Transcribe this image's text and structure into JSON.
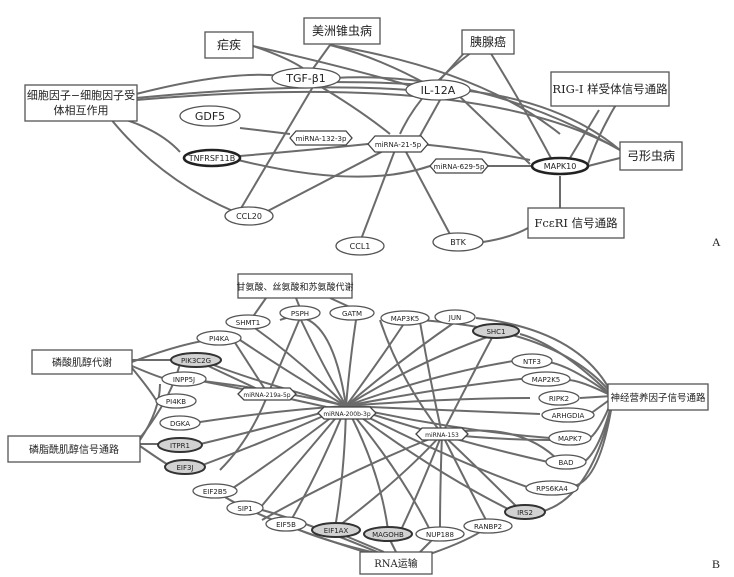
{
  "panels": [
    {
      "label": "A",
      "nodes": [
        {
          "id": "nue",
          "text": "疟疾",
          "shape": "rect"
        },
        {
          "id": "chagas",
          "text": "美洲锥虫病",
          "shape": "rect"
        },
        {
          "id": "pancreatic",
          "text": "胰腺癌",
          "shape": "rect"
        },
        {
          "id": "cytokine_l1",
          "text": "细胞因子−细胞因子受",
          "shape": "rect"
        },
        {
          "id": "cytokine_l2",
          "text": "体相互作用",
          "shape": "label"
        },
        {
          "id": "tgfb1",
          "text": "TGF-β1",
          "shape": "ellipse"
        },
        {
          "id": "il12a",
          "text": "IL-12A",
          "shape": "ellipse"
        },
        {
          "id": "rigi",
          "text": "RIG-I 样受体信号通路",
          "shape": "rect"
        },
        {
          "id": "gdf5",
          "text": "GDF5",
          "shape": "ellipse"
        },
        {
          "id": "mir132",
          "text": "miRNA-132-3p",
          "shape": "hex"
        },
        {
          "id": "mir21",
          "text": "miRNA-21-5p",
          "shape": "hex"
        },
        {
          "id": "tnfrsf11b",
          "text": "TNFRSF11B",
          "shape": "ellipse-bold"
        },
        {
          "id": "mir629",
          "text": "miRNA-629-5p",
          "shape": "hex"
        },
        {
          "id": "mapk10",
          "text": "MAPK10",
          "shape": "ellipse-bold"
        },
        {
          "id": "gongxing",
          "text": "弓形虫病",
          "shape": "rect"
        },
        {
          "id": "ccl20",
          "text": "CCL20",
          "shape": "ellipse"
        },
        {
          "id": "fceri",
          "text": "FcεRI 信号通路",
          "shape": "rect"
        },
        {
          "id": "btk",
          "text": "BTK",
          "shape": "ellipse"
        },
        {
          "id": "ccl1",
          "text": "CCL1",
          "shape": "ellipse"
        }
      ]
    },
    {
      "label": "B",
      "nodes": [
        {
          "id": "gly",
          "text": "甘氨酸、丝氨酸和苏氨酸代谢",
          "shape": "rect"
        },
        {
          "id": "shmt1",
          "text": "SHMT1",
          "shape": "ellipse"
        },
        {
          "id": "psph",
          "text": "PSPH",
          "shape": "ellipse"
        },
        {
          "id": "gatm",
          "text": "GATM",
          "shape": "ellipse"
        },
        {
          "id": "map3k5",
          "text": "MAP3K5",
          "shape": "ellipse"
        },
        {
          "id": "jun",
          "text": "JUN",
          "shape": "ellipse"
        },
        {
          "id": "shc1",
          "text": "SHC1",
          "shape": "ellipse-grey"
        },
        {
          "id": "pi4ka",
          "text": "PI4KA",
          "shape": "ellipse"
        },
        {
          "id": "phosinos",
          "text": "磷酸肌醇代谢",
          "shape": "rect"
        },
        {
          "id": "pik3c2g",
          "text": "PIK3C2G",
          "shape": "ellipse-grey"
        },
        {
          "id": "ntf3",
          "text": "NTF3",
          "shape": "ellipse"
        },
        {
          "id": "inpp5j",
          "text": "INPP5J",
          "shape": "ellipse"
        },
        {
          "id": "map2k5",
          "text": "MAP2K5",
          "shape": "ellipse"
        },
        {
          "id": "mir219",
          "text": "miRNA-219a-5p",
          "shape": "hex"
        },
        {
          "id": "neuro",
          "text": "神经营养因子信号通路",
          "shape": "rect"
        },
        {
          "id": "pi4kb",
          "text": "PI4KB",
          "shape": "ellipse"
        },
        {
          "id": "ripk2",
          "text": "RIPK2",
          "shape": "ellipse"
        },
        {
          "id": "mir200b",
          "text": "miRNA-200b-3p",
          "shape": "hex"
        },
        {
          "id": "arhgdia",
          "text": "ARHGDIA",
          "shape": "ellipse"
        },
        {
          "id": "dgka",
          "text": "DGKA",
          "shape": "ellipse"
        },
        {
          "id": "mir153",
          "text": "miRNA-153",
          "shape": "hex"
        },
        {
          "id": "mapk7",
          "text": "MAPK7",
          "shape": "ellipse"
        },
        {
          "id": "phosphat",
          "text": "磷脂酰肌醇信号通路",
          "shape": "rect"
        },
        {
          "id": "itpr1",
          "text": "ITPR1",
          "shape": "ellipse-grey"
        },
        {
          "id": "bad",
          "text": "BAD",
          "shape": "ellipse"
        },
        {
          "id": "eif3j",
          "text": "EIF3J",
          "shape": "ellipse-grey"
        },
        {
          "id": "rps6ka4",
          "text": "RPS6KA4",
          "shape": "ellipse"
        },
        {
          "id": "eif2b5",
          "text": "EIF2B5",
          "shape": "ellipse"
        },
        {
          "id": "irs2",
          "text": "IRS2",
          "shape": "ellipse-grey"
        },
        {
          "id": "sip1",
          "text": "SIP1",
          "shape": "ellipse"
        },
        {
          "id": "ranbp2",
          "text": "RANBP2",
          "shape": "ellipse"
        },
        {
          "id": "eif5b",
          "text": "EIF5B",
          "shape": "ellipse"
        },
        {
          "id": "eif1ax",
          "text": "EIF1AX",
          "shape": "ellipse-grey"
        },
        {
          "id": "magohb",
          "text": "MAGOHB",
          "shape": "ellipse-grey"
        },
        {
          "id": "nup188",
          "text": "NUP188",
          "shape": "ellipse"
        },
        {
          "id": "rna",
          "text": "RNA运输",
          "shape": "rect"
        }
      ]
    }
  ]
}
